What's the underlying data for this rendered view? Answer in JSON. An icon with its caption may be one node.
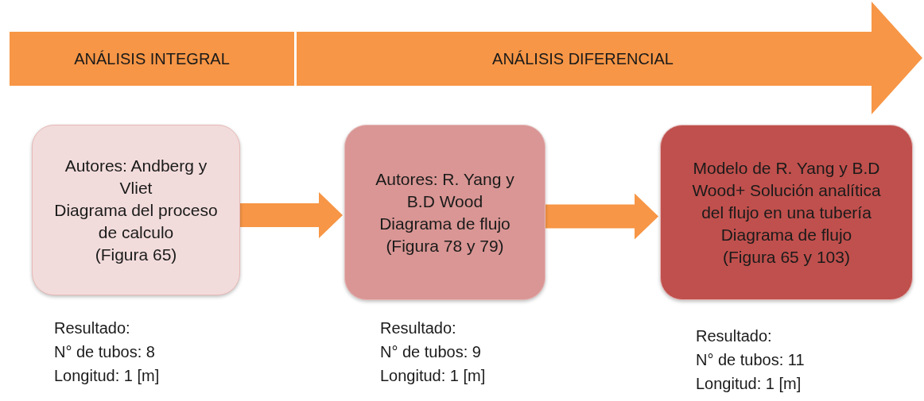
{
  "diagram": {
    "nodes": [
      {
        "text": [
          "ANÁLISIS INTEGRAL"
        ]
      },
      {
        "text": [
          "ANÁLISIS DIFERENCIAL"
        ]
      },
      {
        "text": [
          "Autores: Andberg y Vliet",
          "Diagrama del proceso de calculo",
          "(Figura 65)"
        ],
        "beside": [
          "Resultado:",
          "N° de tubos: 8",
          "Longitud: 1 [m]"
        ]
      },
      {
        "text": [
          "Autores: R. Yang y B.D Wood",
          "Diagrama de flujo",
          "(Figura 78 y 79)"
        ],
        "beside": [
          "Resultado:",
          "N° de tubos: 9",
          "Longitud: 1 [m]"
        ]
      },
      {
        "text": [
          "Modelo de R. Yang y B.D Wood+ Solución analítica del flujo en una tubería",
          "Diagrama de flujo",
          "(Figura 65 y  103)"
        ],
        "beside": [
          "Resultado:",
          "N° de tubos: 11",
          "Longitud: 1 [m]"
        ]
      }
    ],
    "edges": [
      {
        "from": 2,
        "to": 3,
        "arrow": "to"
      },
      {
        "from": 3,
        "to": 4,
        "arrow": "to"
      }
    ]
  }
}
